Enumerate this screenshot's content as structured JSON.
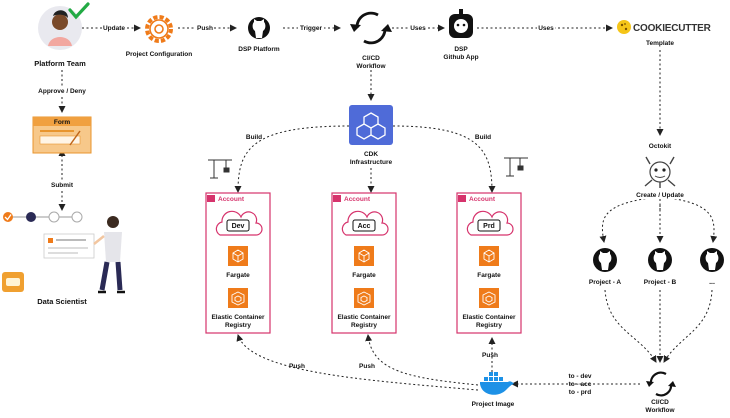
{
  "nodes": {
    "platform_team": "Platform Team",
    "project_configuration": "Project Configuration",
    "dsp_platform": "DSP Platform",
    "cicd_top": [
      "CI/CD",
      "Workflow"
    ],
    "dsp_github_app": [
      "DSP",
      "Github App"
    ],
    "cookiecutter_brand": "COOKIECUTTER",
    "template": "Template",
    "form": "Form",
    "cdk": [
      "CDK",
      "Infrastructure"
    ],
    "octokit": "Octokit",
    "data_scientist": "Data Scientist",
    "project_a": "Project - A",
    "project_b": "Project - B",
    "project_more": "...",
    "project_image": "Project Image",
    "cicd_bottom": [
      "CI/CD",
      "Workflow"
    ]
  },
  "accounts": [
    {
      "title": "Account",
      "env": "Dev",
      "service1": "Fargate",
      "service2": [
        "Elastic Container",
        "Registry"
      ]
    },
    {
      "title": "Account",
      "env": "Acc",
      "service1": "Fargate",
      "service2": [
        "Elastic Container",
        "Registry"
      ]
    },
    {
      "title": "Account",
      "env": "Prd",
      "service1": "Fargate",
      "service2": [
        "Elastic Container",
        "Registry"
      ]
    }
  ],
  "edges": {
    "update": "Update",
    "push_top": "Push",
    "trigger": "Trigger",
    "uses_1": "Uses",
    "uses_2": "Uses",
    "approve_deny": "Approve / Deny",
    "submit": "Submit",
    "build_left": "Build",
    "build_right": "Build",
    "create_update": "Create / Update",
    "push_left": "Push",
    "push_middle": "Push",
    "push_right": "Push",
    "to_dev": "to - dev",
    "to_acc": "to - acc",
    "to_prd": "to - prd"
  },
  "colors": {
    "aws_orange": "#ef7b1a",
    "account_pink": "#d6336c",
    "cdk_blue": "#4f6bd8",
    "form_orange": "#f0a040",
    "docker_blue": "#1d91e6",
    "check_green": "#22aa44",
    "cookie_yellow": "#f5c518"
  }
}
